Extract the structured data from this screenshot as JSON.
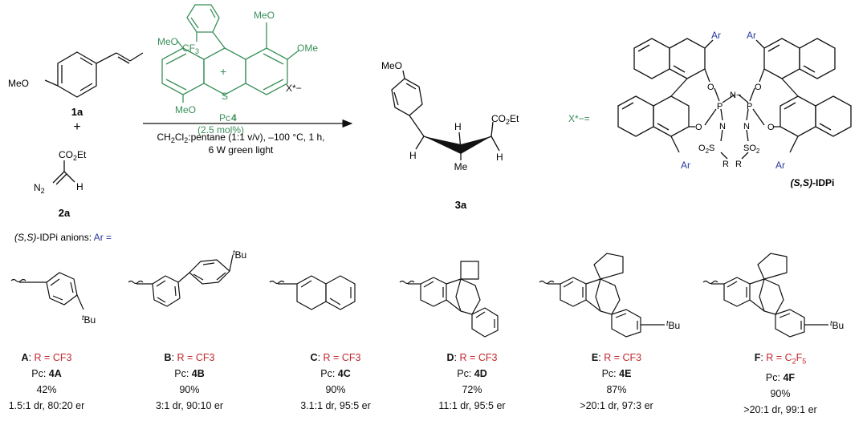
{
  "reactant_1": {
    "label": "1a",
    "substituent": "MeO"
  },
  "plus_sign": "+",
  "reactant_2": {
    "label": "2a",
    "ester": "CO2Et",
    "diazo": "N2",
    "hydrogen": "H"
  },
  "catalyst": {
    "label_prefix": "Pc ",
    "label_number": "4",
    "loading": "(2.5 mol%)",
    "groups": {
      "ome_top": "MeO",
      "ome_left": "MeO",
      "ome_bottom_left": "MeO",
      "ome_right": "OMe",
      "cf3": "CF3",
      "charge": "+",
      "sulfur": "S",
      "counterion": "X*−"
    }
  },
  "conditions": {
    "line1": "CH2Cl2:pentane (1:1 v/v), –100 °C, 1 h,",
    "line2": "6 W green light"
  },
  "product": {
    "label": "3a",
    "substituent": "MeO",
    "ester": "CO2Et",
    "methyl": "Me",
    "hydrogen": "H"
  },
  "anion": {
    "prefix": "X*−=",
    "label": "(S,S)-IDPi",
    "aryl": "Ar",
    "oxygen": "O",
    "phosphorus": "P",
    "nitrogen": "N",
    "nitrogen_anion": "N−",
    "sulfonyl_left": "O2S",
    "sulfonyl_right": "SO2",
    "r_group": "R"
  },
  "ar_definition": {
    "stereo": "(S,S)",
    "text": "-IDPi anions: ",
    "ar": "Ar ="
  },
  "entries": [
    {
      "id": "A",
      "r_value": "CF3",
      "pc": "4A",
      "yield": "42%",
      "selectivity": "1.5:1 dr, 80:20 er",
      "tbu": "tBu"
    },
    {
      "id": "B",
      "r_value": "CF3",
      "pc": "4B",
      "yield": "90%",
      "selectivity": "3:1 dr, 90:10 er",
      "tbu": "tBu"
    },
    {
      "id": "C",
      "r_value": "CF3",
      "pc": "4C",
      "yield": "90%",
      "selectivity": "3.1:1 dr, 95:5 er",
      "tbu": ""
    },
    {
      "id": "D",
      "r_value": "CF3",
      "pc": "4D",
      "yield": "72%",
      "selectivity": "11:1 dr, 95:5 er",
      "tbu": ""
    },
    {
      "id": "E",
      "r_value": "CF3",
      "pc": "4E",
      "yield": "87%",
      "selectivity": ">20:1 dr, 97:3 er",
      "tbu": "tBu"
    },
    {
      "id": "F",
      "r_value": "C2F5",
      "pc": "4F",
      "yield": "90%",
      "selectivity": ">20:1 dr, 99:1 er",
      "tbu": "tBu"
    }
  ],
  "entry_labels": {
    "r_prefix": "R = ",
    "pc_prefix": "Pc: "
  },
  "colors": {
    "catalyst_green": "#3a8f5a",
    "r_red": "#c0272d",
    "ar_blue": "#2b3a9e",
    "ink": "#111111"
  }
}
